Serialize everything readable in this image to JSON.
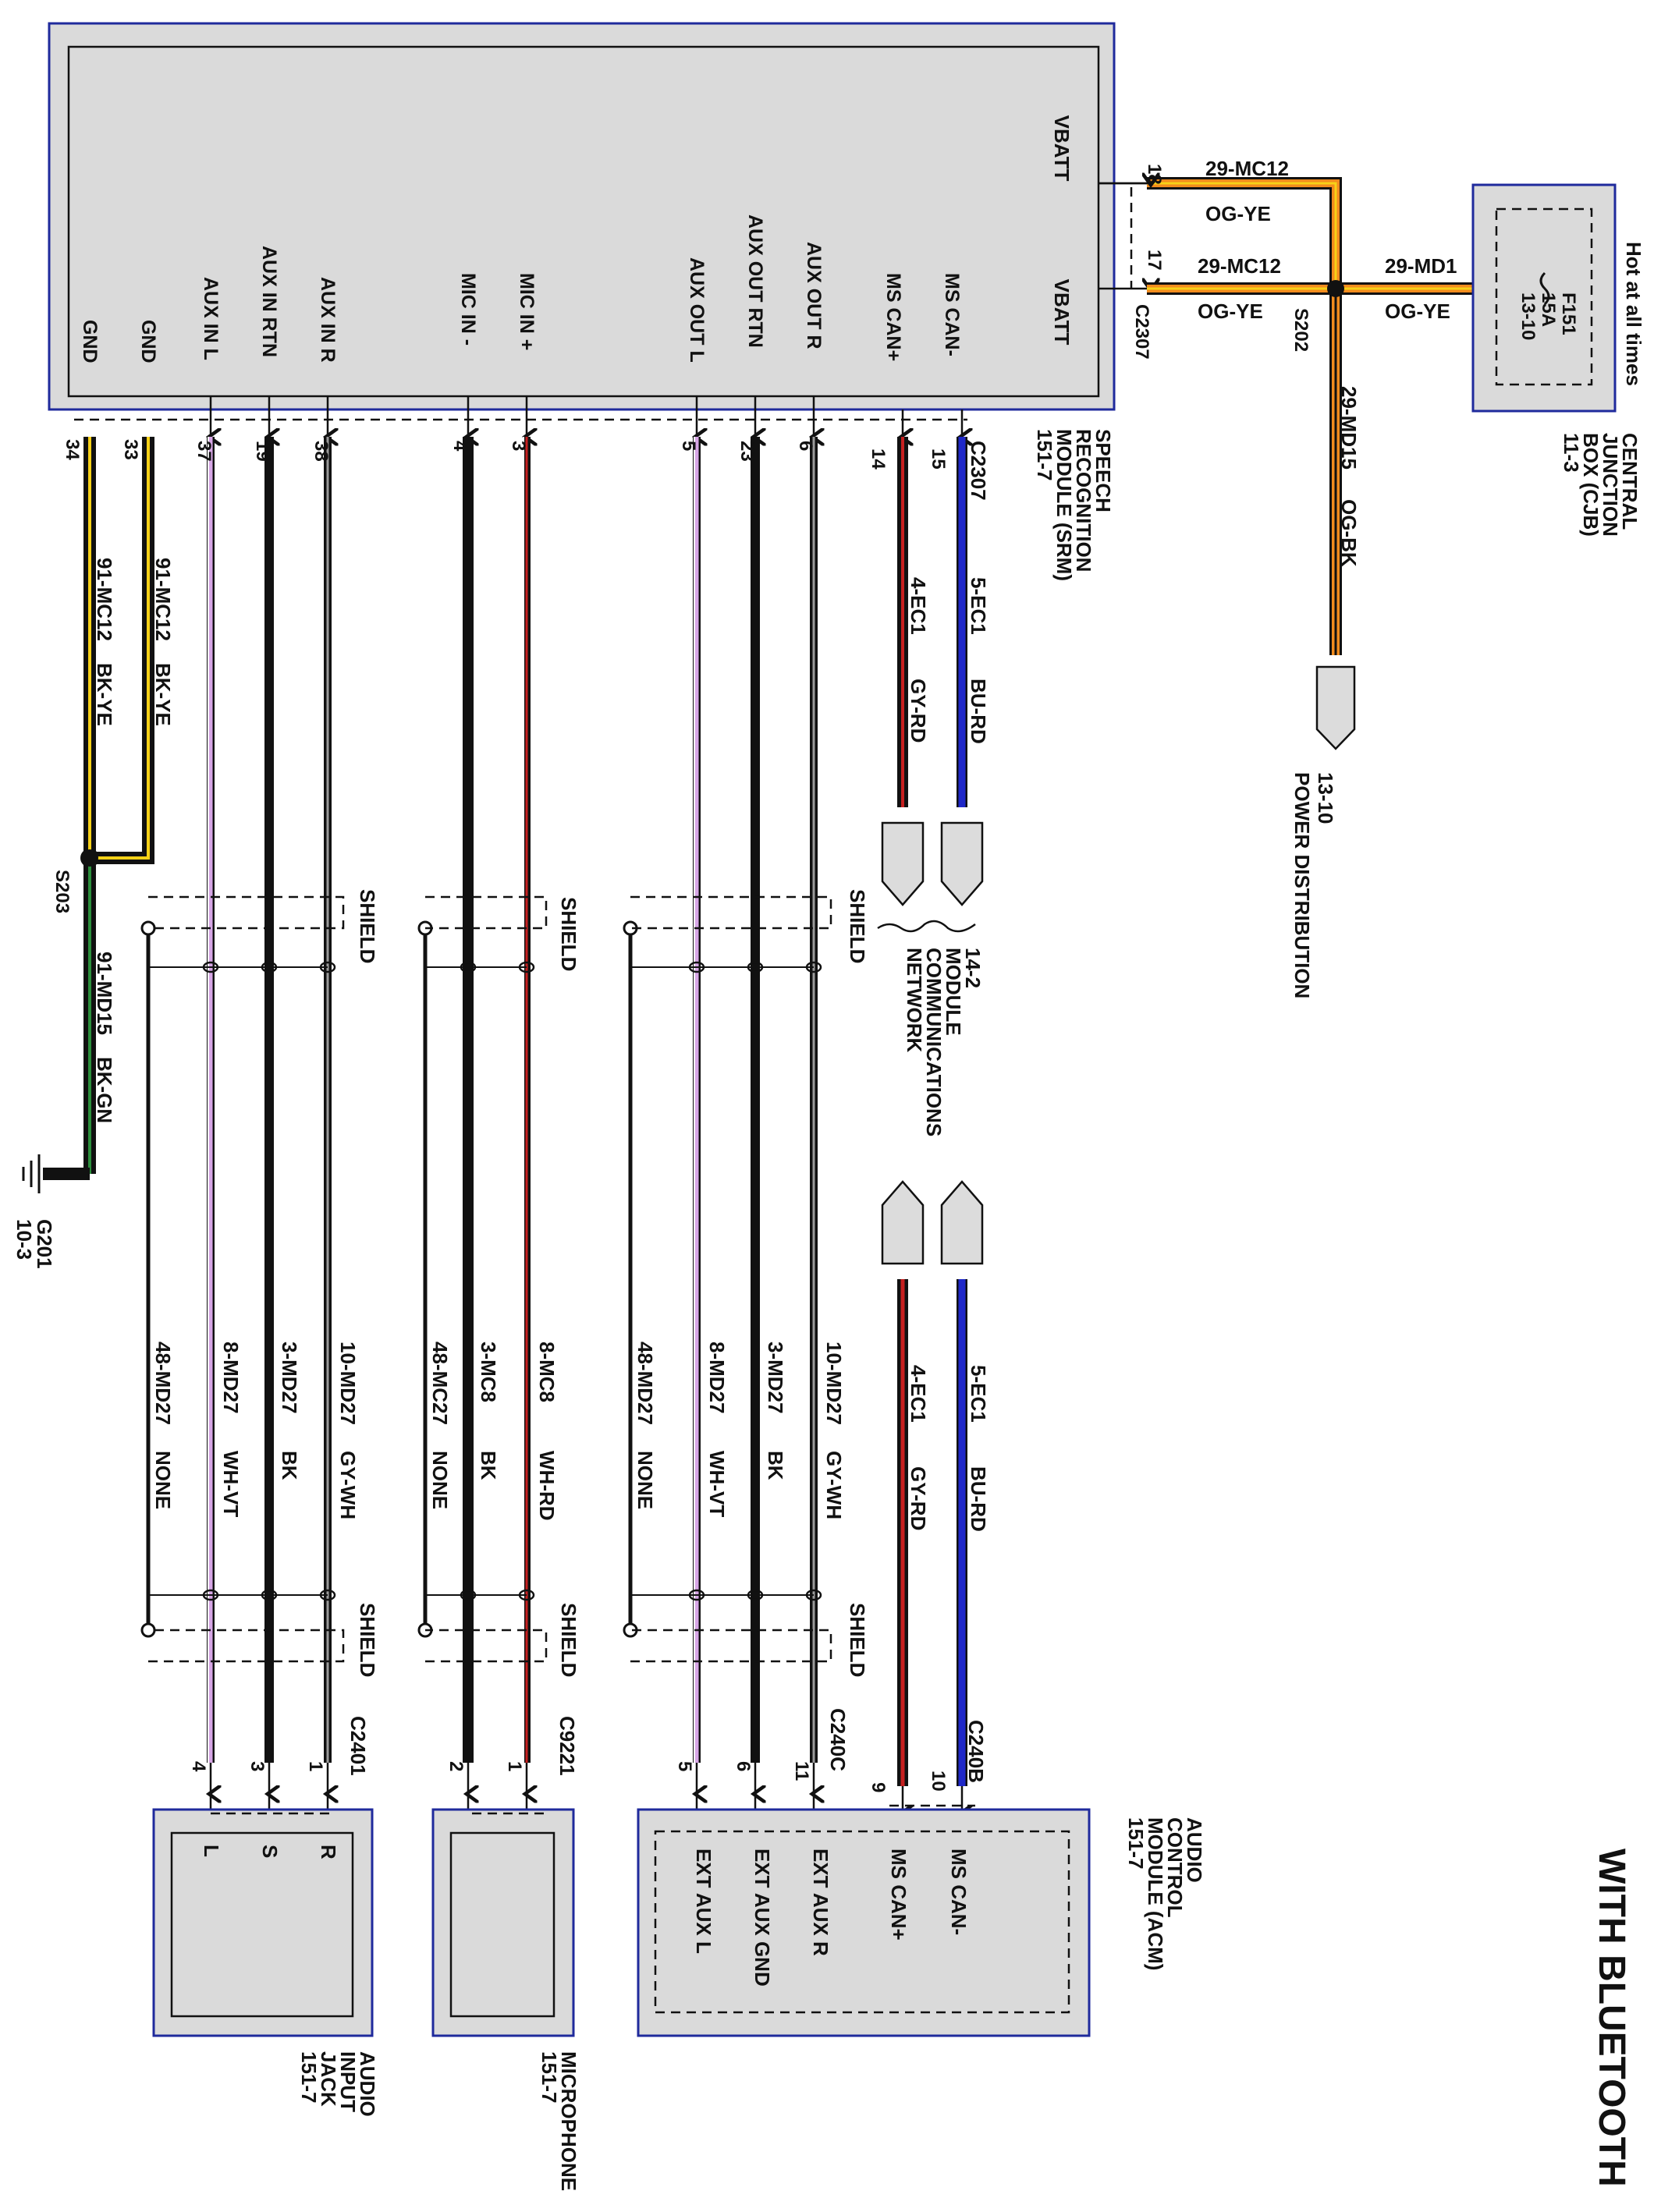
{
  "title": "WITH BLUETOOTH",
  "srm": {
    "name": "SPEECH RECOGNITION MODULE (SRM)",
    "ref": "151-7",
    "connector": "C2307",
    "pins": [
      {
        "label": "GND",
        "pin": "34"
      },
      {
        "label": "GND",
        "pin": "33"
      },
      {
        "label": "AUX IN L",
        "pin": "37"
      },
      {
        "label": "AUX IN RTN",
        "pin": "19"
      },
      {
        "label": "AUX IN R",
        "pin": "38"
      },
      {
        "label": "MIC IN -",
        "pin": "4"
      },
      {
        "label": "MIC IN +",
        "pin": "3"
      },
      {
        "label": "AUX OUT L",
        "pin": "5"
      },
      {
        "label": "AUX OUT RTN",
        "pin": "23"
      },
      {
        "label": "AUX OUT R",
        "pin": "6"
      },
      {
        "label": "MS CAN+",
        "pin": "14"
      },
      {
        "label": "MS CAN-",
        "pin": "15"
      }
    ],
    "vbatt": [
      {
        "label": "VBATT",
        "pin": "18"
      },
      {
        "label": "VBATT",
        "pin": "17"
      }
    ]
  },
  "power": {
    "circuit_a": "29-MC12",
    "color_a": "OG-YE",
    "circuit_b": "29-MC12",
    "color_b": "OG-YE",
    "splice": "S202",
    "feed_circuit": "29-MD1",
    "feed_color": "OG-YE",
    "down_circuit": "29-MD15",
    "down_color": "OG-BK",
    "dist_ref": "13-10",
    "dist_label": "POWER DISTRIBUTION"
  },
  "cjb": {
    "name": "CENTRAL JUNCTION BOX (CJB)",
    "ref": "11-3",
    "hot": "Hot at all times",
    "fuse": "F151",
    "rating": "15A",
    "fuse_ref": "13-10"
  },
  "ground": {
    "w34": "91-MC12",
    "c34": "BK-YE",
    "w33": "91-MC12",
    "c33": "BK-YE",
    "splice": "S203",
    "main": "91-MD15",
    "main_color": "BK-GN",
    "point": "G201",
    "ref": "10-3"
  },
  "can": {
    "w15": "5-EC1",
    "c15": "BU-RD",
    "w14": "4-EC1",
    "c14": "GY-RD",
    "network_ref": "14-2",
    "network": "MODULE COMMUNICATIONS NETWORK"
  },
  "shield_label": "SHIELD",
  "aux_in": {
    "wires": [
      {
        "circuit": "48-MD27",
        "color": "NONE"
      },
      {
        "circuit": "8-MD27",
        "color": "WH-VT"
      },
      {
        "circuit": "3-MD27",
        "color": "BK"
      },
      {
        "circuit": "10-MD27",
        "color": "GY-WH"
      }
    ],
    "connector": "C2401",
    "pins": [
      "4",
      "3",
      "1"
    ],
    "terms": [
      "L",
      "S",
      "R"
    ],
    "name": "AUDIO INPUT JACK",
    "ref": "151-7"
  },
  "mic": {
    "wires": [
      {
        "circuit": "48-MC27",
        "color": "NONE"
      },
      {
        "circuit": "3-MC8",
        "color": "BK"
      },
      {
        "circuit": "8-MC8",
        "color": "WH-RD"
      }
    ],
    "connector": "C9221",
    "pins": [
      "2",
      "1"
    ],
    "name": "MICROPHONE",
    "ref": "151-7"
  },
  "aux_out": {
    "wires": [
      {
        "circuit": "48-MD27",
        "color": "NONE"
      },
      {
        "circuit": "8-MD27",
        "color": "WH-VT"
      },
      {
        "circuit": "3-MD27",
        "color": "BK"
      },
      {
        "circuit": "10-MD27",
        "color": "GY-WH"
      }
    ],
    "connector": "C240C",
    "pins": [
      "5",
      "6",
      "11"
    ]
  },
  "acm": {
    "name": "AUDIO CONTROL MODULE (ACM)",
    "ref": "151-7",
    "can_connector": "C240B",
    "can_pins": [
      "9",
      "10"
    ],
    "w10": "5-EC1",
    "c10": "BU-RD",
    "w9": "4-EC1",
    "c9": "GY-RD",
    "labels": [
      "EXT AUX L",
      "EXT AUX GND",
      "EXT AUX R",
      "MS CAN+",
      "MS CAN-"
    ]
  },
  "colors": {
    "module_border": "#1f2a9c",
    "module_fill": "#dadada",
    "orange": "#f28c1e",
    "yellow": "#f7d117",
    "blue": "#1f28c8",
    "red": "#c62020",
    "violet": "#a060c0",
    "black": "#111111"
  }
}
